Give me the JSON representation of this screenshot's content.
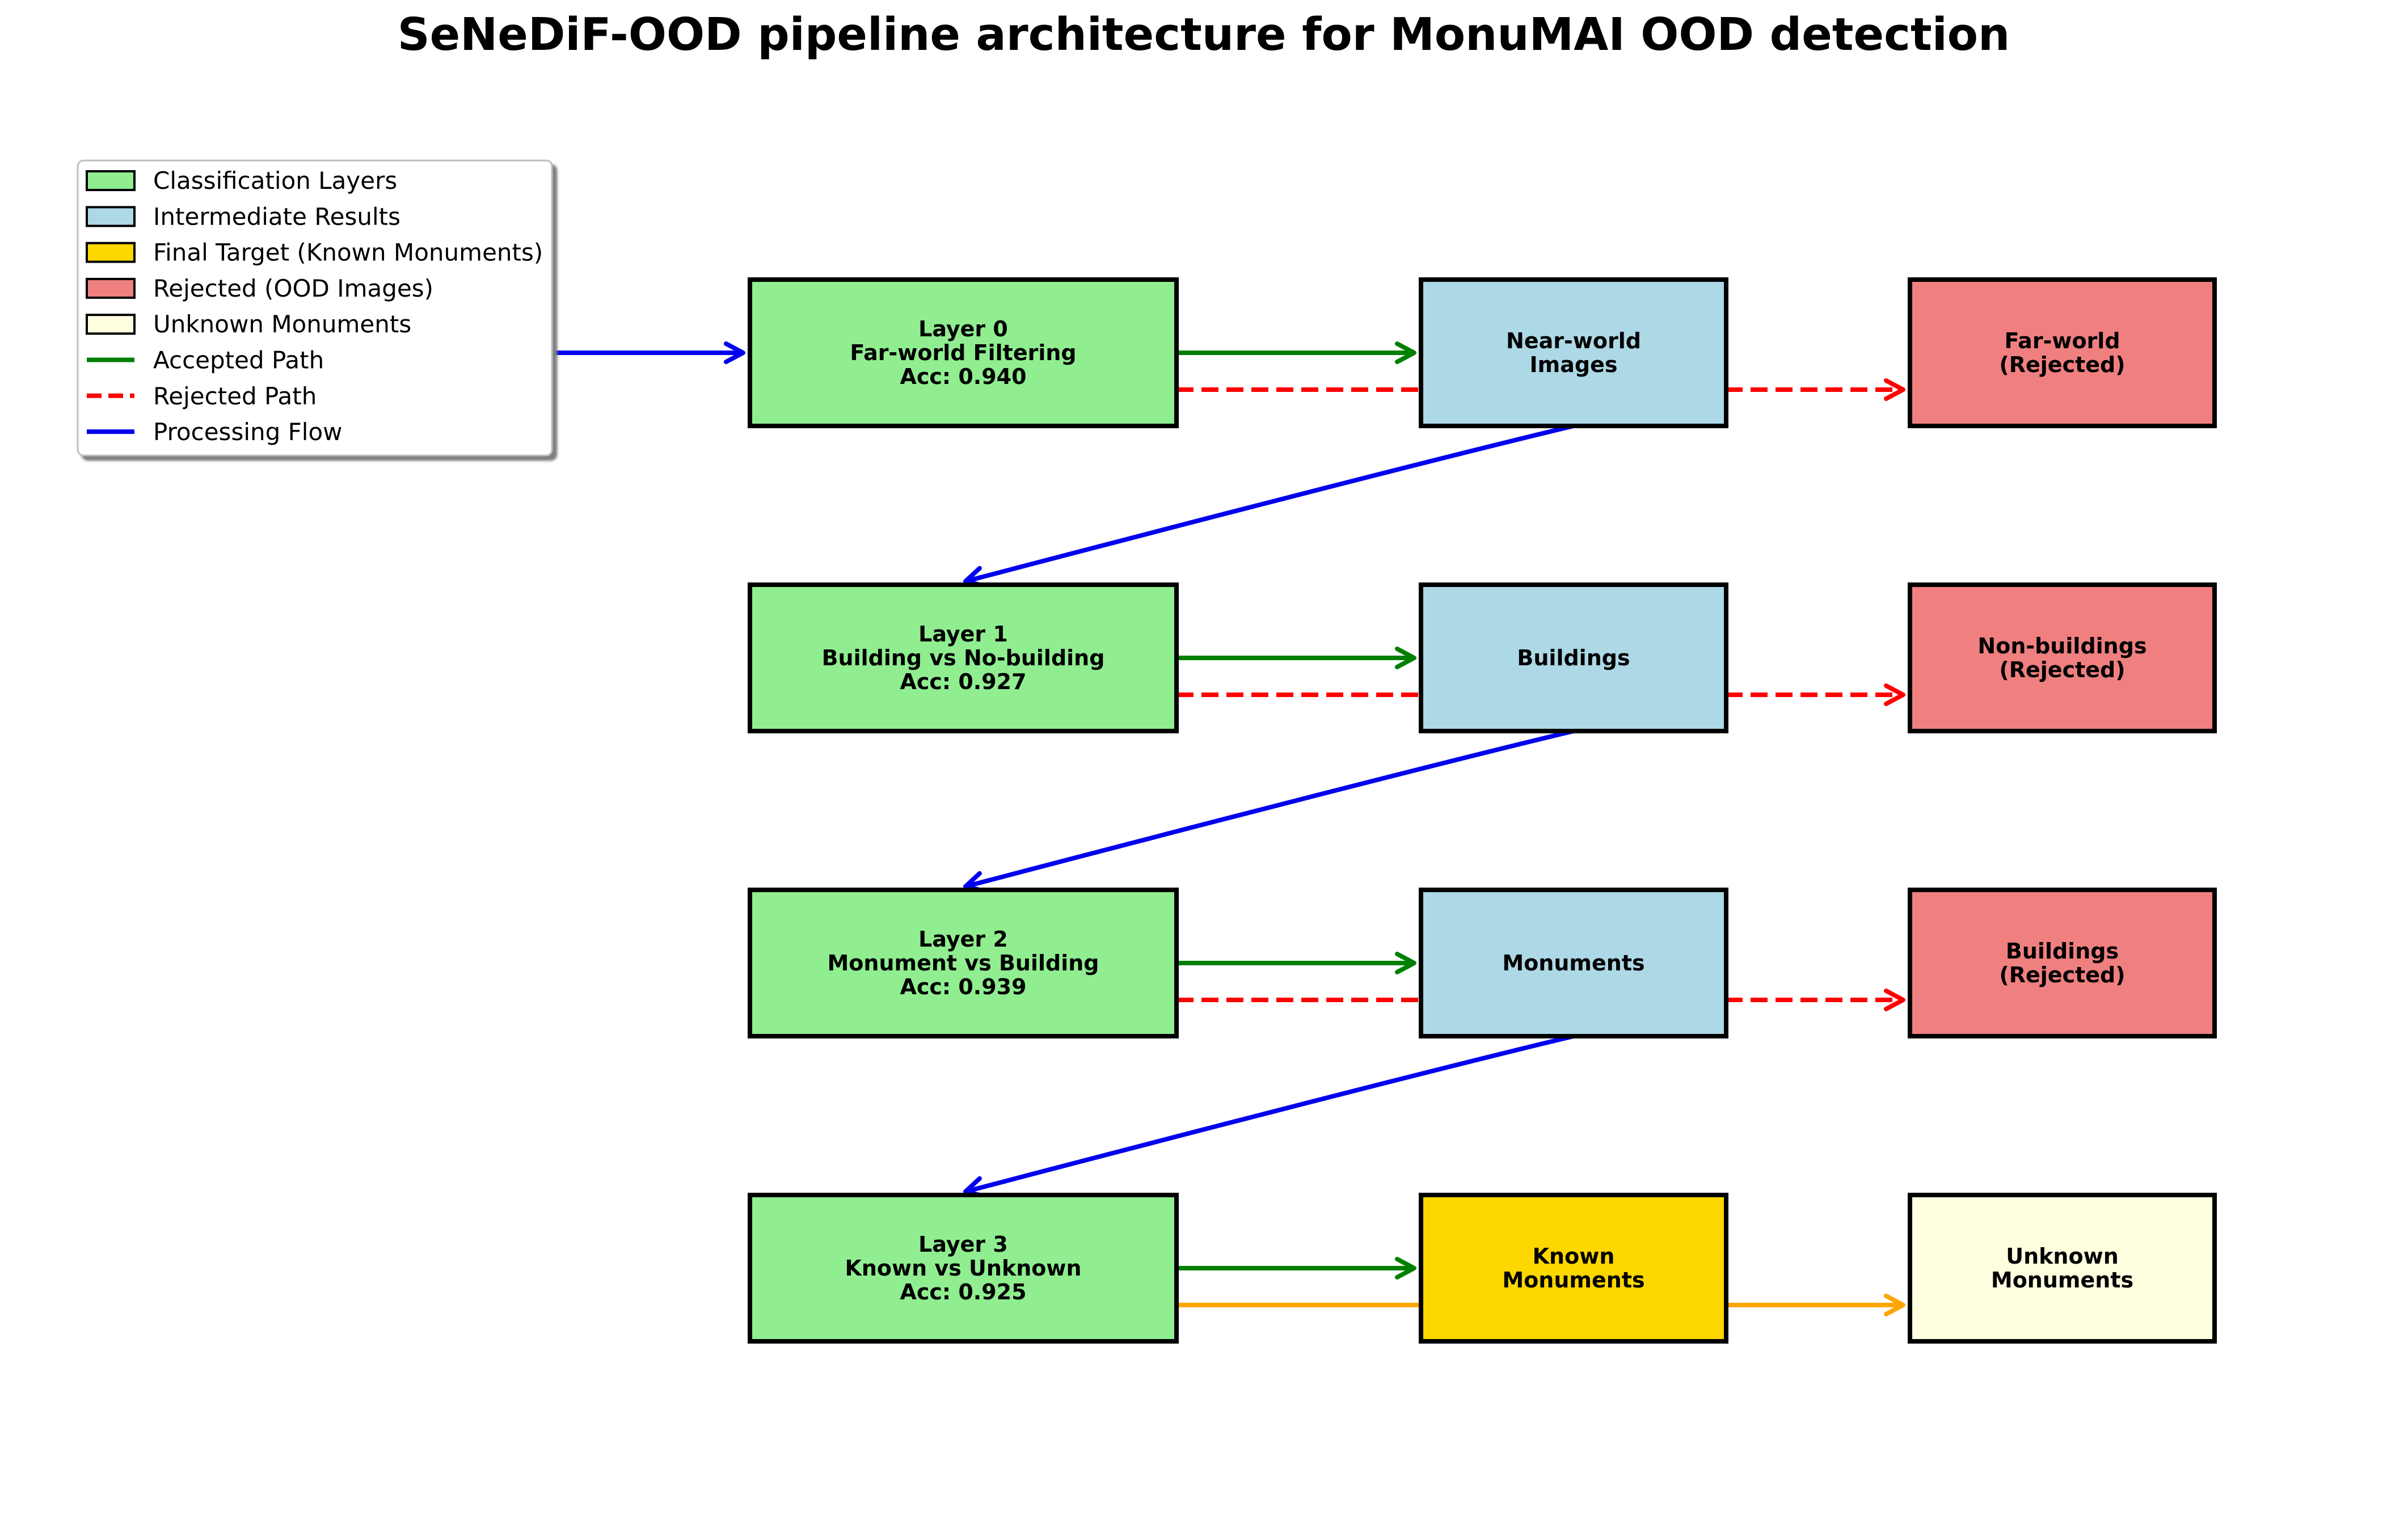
{
  "title": "SeNeDiF-OOD pipeline architecture for MonuMAI OOD detection",
  "colors": {
    "classification": "#90ee90",
    "intermediate": "#add8e6",
    "final_target": "#ffd700",
    "rejected": "#f08080",
    "unknown": "#ffffe0",
    "accepted_path": "#008000",
    "rejected_path": "#ff0000",
    "processing_flow": "#0000ee",
    "unknown_path": "#ffa500"
  },
  "legend": [
    {
      "label": "Classification Layers",
      "kind": "patch",
      "color_key": "classification"
    },
    {
      "label": "Intermediate Results",
      "kind": "patch",
      "color_key": "intermediate"
    },
    {
      "label": "Final Target (Known Monuments)",
      "kind": "patch",
      "color_key": "final_target"
    },
    {
      "label": "Rejected (OOD Images)",
      "kind": "patch",
      "color_key": "rejected"
    },
    {
      "label": "Unknown Monuments",
      "kind": "patch",
      "color_key": "unknown"
    },
    {
      "label": "Accepted Path",
      "kind": "line",
      "color_key": "accepted_path"
    },
    {
      "label": "Rejected Path",
      "kind": "dashed",
      "color_key": "rejected_path"
    },
    {
      "label": "Processing Flow",
      "kind": "line",
      "color_key": "processing_flow"
    }
  ],
  "layers": [
    {
      "lines": [
        "Layer 0",
        "Far-world Filtering",
        "Acc: 0.940"
      ]
    },
    {
      "lines": [
        "Layer 1",
        "Building vs No-building",
        "Acc: 0.927"
      ]
    },
    {
      "lines": [
        "Layer 2",
        "Monument vs Building",
        "Acc: 0.939"
      ]
    },
    {
      "lines": [
        "Layer 3",
        "Known vs Unknown",
        "Acc: 0.925"
      ]
    }
  ],
  "results": [
    {
      "lines": [
        "Near-world",
        "Images"
      ],
      "color_key": "intermediate"
    },
    {
      "lines": [
        "Buildings"
      ],
      "color_key": "intermediate"
    },
    {
      "lines": [
        "Monuments"
      ],
      "color_key": "intermediate"
    },
    {
      "lines": [
        "Known",
        "Monuments"
      ],
      "color_key": "final_target"
    }
  ],
  "outcomes": [
    {
      "lines": [
        "Far-world",
        "(Rejected)"
      ],
      "color_key": "rejected"
    },
    {
      "lines": [
        "Non-buildings",
        "(Rejected)"
      ],
      "color_key": "rejected"
    },
    {
      "lines": [
        "Buildings",
        "(Rejected)"
      ],
      "color_key": "rejected"
    },
    {
      "lines": [
        "Unknown",
        "Monuments"
      ],
      "color_key": "unknown"
    }
  ]
}
